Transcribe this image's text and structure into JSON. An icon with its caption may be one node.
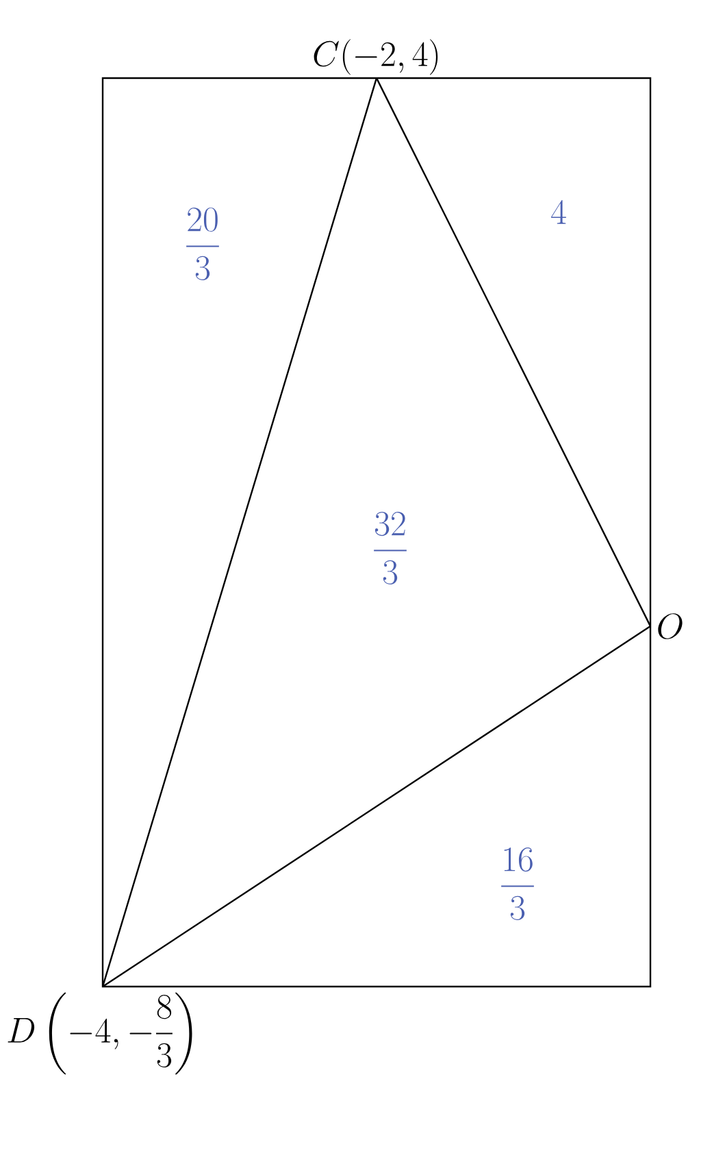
{
  "diagram": {
    "nodes": [
      {
        "text": [],
        "shape": "point",
        "beside": [
          "C(-2,4)"
        ]
      },
      {
        "text": [],
        "shape": "point",
        "beside": [
          "O"
        ]
      },
      {
        "text": [],
        "shape": "point",
        "beside": [
          "D\\left(-4,-\\dfrac{8}{3}\\right)"
        ]
      }
    ],
    "edges": [
      {
        "from": 0,
        "to": 1,
        "arrow": "none"
      },
      {
        "from": 1,
        "to": 2,
        "arrow": "none"
      },
      {
        "from": 2,
        "to": 0,
        "arrow": "none"
      }
    ],
    "labels": [
      "\\frac{20}{3}",
      "4",
      "\\frac{32}{3}",
      "\\frac{16}{3}"
    ]
  }
}
